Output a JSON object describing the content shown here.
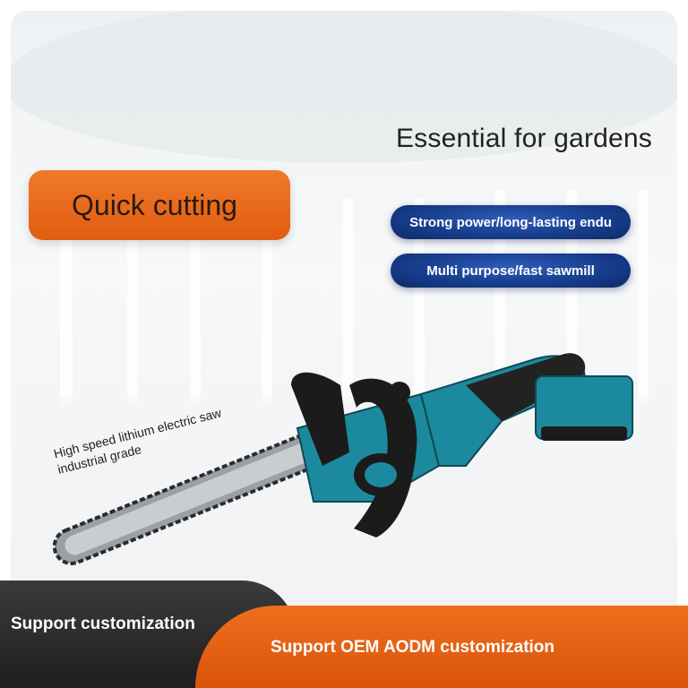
{
  "headline": "Essential for gardens",
  "badge": "Quick cutting",
  "features": [
    "Strong power/long-lasting endu",
    "Multi purpose/fast sawmill"
  ],
  "product_caption": [
    "High speed lithium electric saw",
    "industrial grade"
  ],
  "footer": {
    "left": "Support customization",
    "right": "Support OEM AODM customization"
  },
  "colors": {
    "accent_orange": "#e8661a",
    "accent_blue": "#163c8a",
    "tool_teal": "#1c8a9e",
    "tool_black": "#1b1b1b"
  }
}
